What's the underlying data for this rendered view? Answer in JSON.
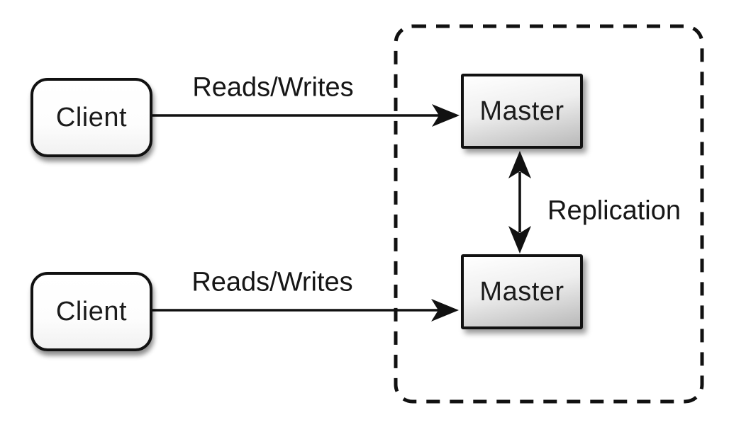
{
  "nodes": {
    "client_top": {
      "label": "Client"
    },
    "client_bottom": {
      "label": "Client"
    },
    "master_top": {
      "label": "Master"
    },
    "master_bottom": {
      "label": "Master"
    }
  },
  "edges": {
    "reads_writes_top": {
      "label": "Reads/Writes",
      "from": "client_top",
      "to": "master_top",
      "direction": "one-way"
    },
    "reads_writes_bottom": {
      "label": "Reads/Writes",
      "from": "client_bottom",
      "to": "master_bottom",
      "direction": "one-way"
    },
    "replication": {
      "label": "Replication",
      "from": "master_top",
      "to": "master_bottom",
      "direction": "two-way"
    }
  },
  "groups": {
    "replication_boundary": {
      "style": "dashed-rounded-rect",
      "contains": [
        "master_top",
        "master_bottom"
      ]
    }
  },
  "colors": {
    "background": "#ffffff",
    "stroke": "#111111",
    "text": "#1b1b1b",
    "master_fill_top": "#ffffff",
    "master_fill_bottom": "#b9b9b9",
    "client_fill": "#ffffff",
    "shadow": "rgba(0,0,0,0.45)"
  }
}
